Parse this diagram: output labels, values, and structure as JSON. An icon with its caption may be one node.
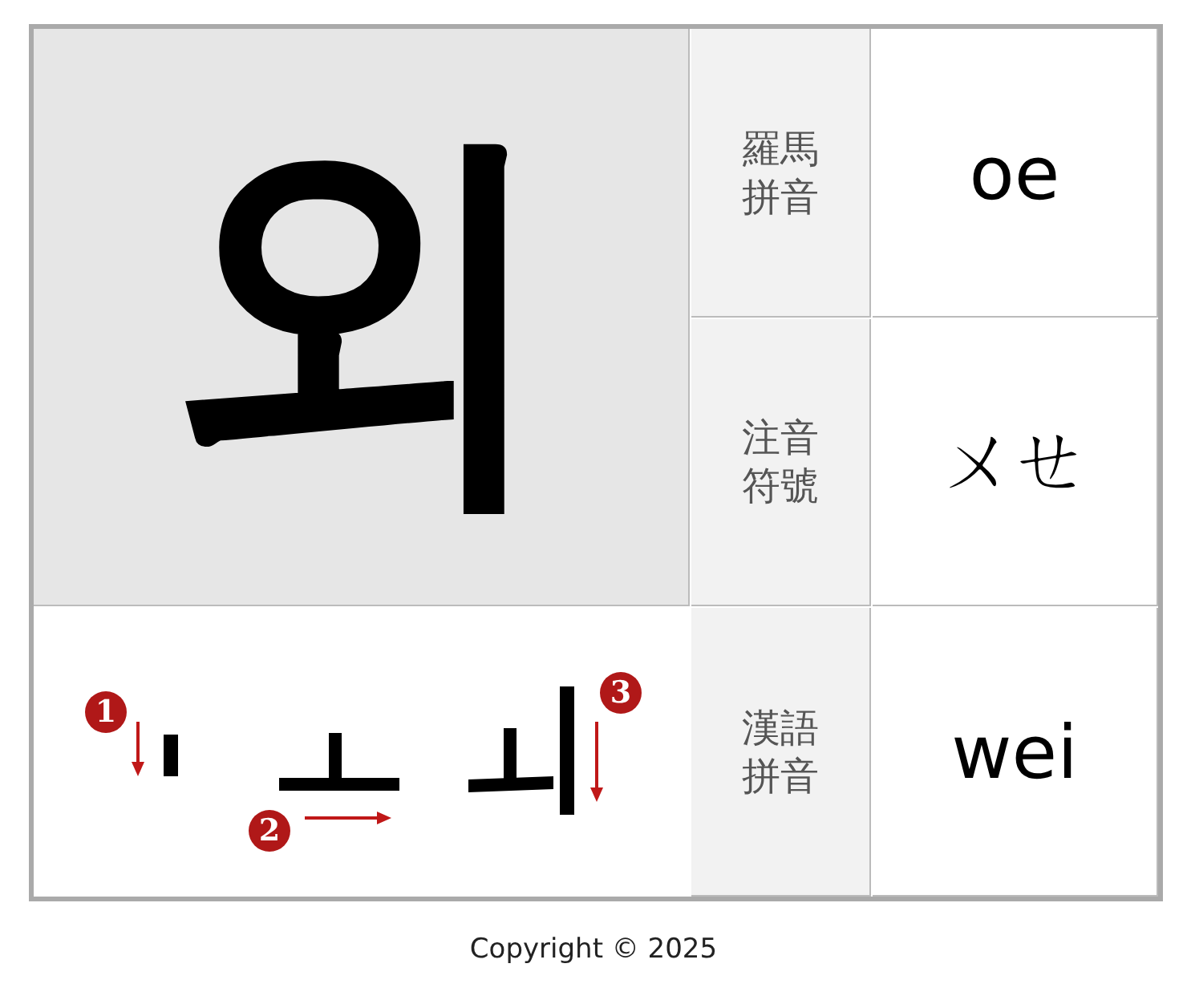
{
  "diagram": {
    "caption": "Copyright © 2025",
    "labels": [
      "외",
      "羅馬拼音",
      "oe",
      "注音符號",
      "ㄨㄝ",
      "漢語拼音",
      "wei",
      "1",
      "2",
      "3"
    ]
  }
}
